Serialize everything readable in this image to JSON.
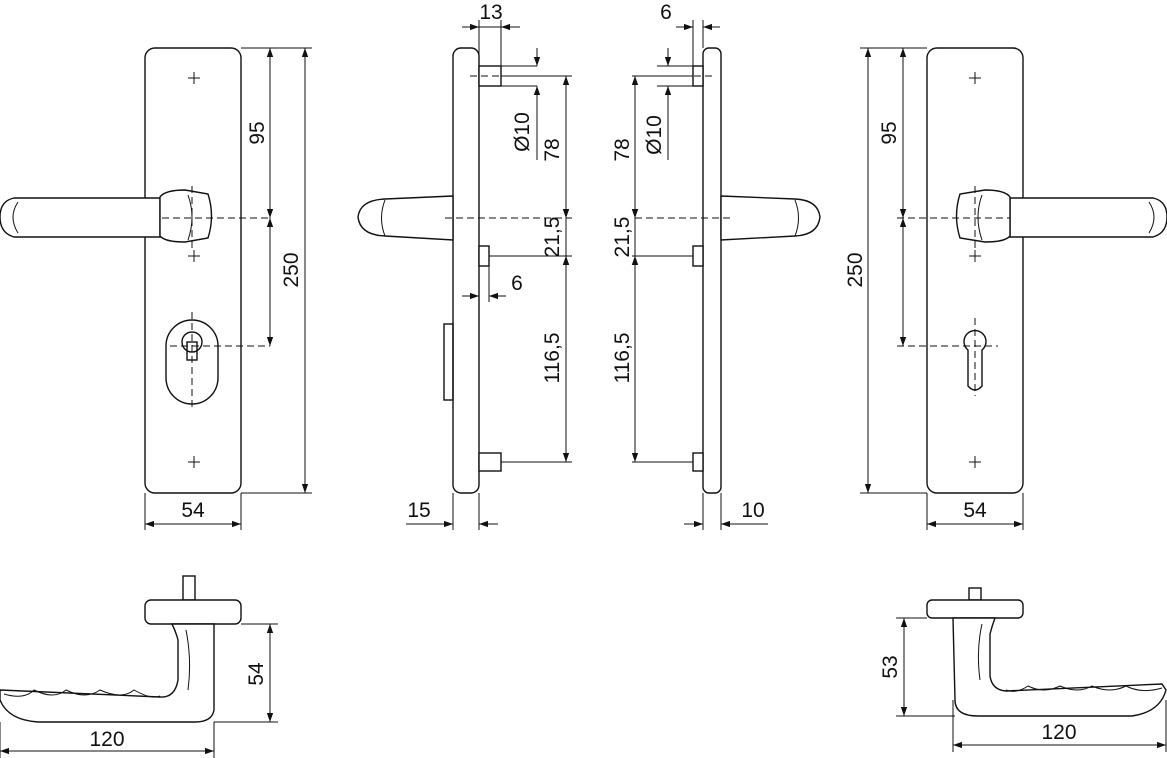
{
  "front_left": {
    "dim_width": "54",
    "dim_height": "250",
    "dim_upper": "95"
  },
  "side_left": {
    "dim_top_offset": "13",
    "dim_bore": "Ø10",
    "dim_78": "78",
    "dim_21": "21,5",
    "dim_6": "6",
    "dim_116": "116,5",
    "dim_15": "15"
  },
  "side_right": {
    "dim_top_offset": "6",
    "dim_bore": "Ø10",
    "dim_78": "78",
    "dim_21": "21,5",
    "dim_116": "116,5",
    "dim_10": "10"
  },
  "front_right": {
    "dim_width": "54",
    "dim_height": "250",
    "dim_upper": "95"
  },
  "handle_left": {
    "dim_length": "120",
    "dim_height": "54"
  },
  "handle_right": {
    "dim_length": "120",
    "dim_height": "53"
  }
}
